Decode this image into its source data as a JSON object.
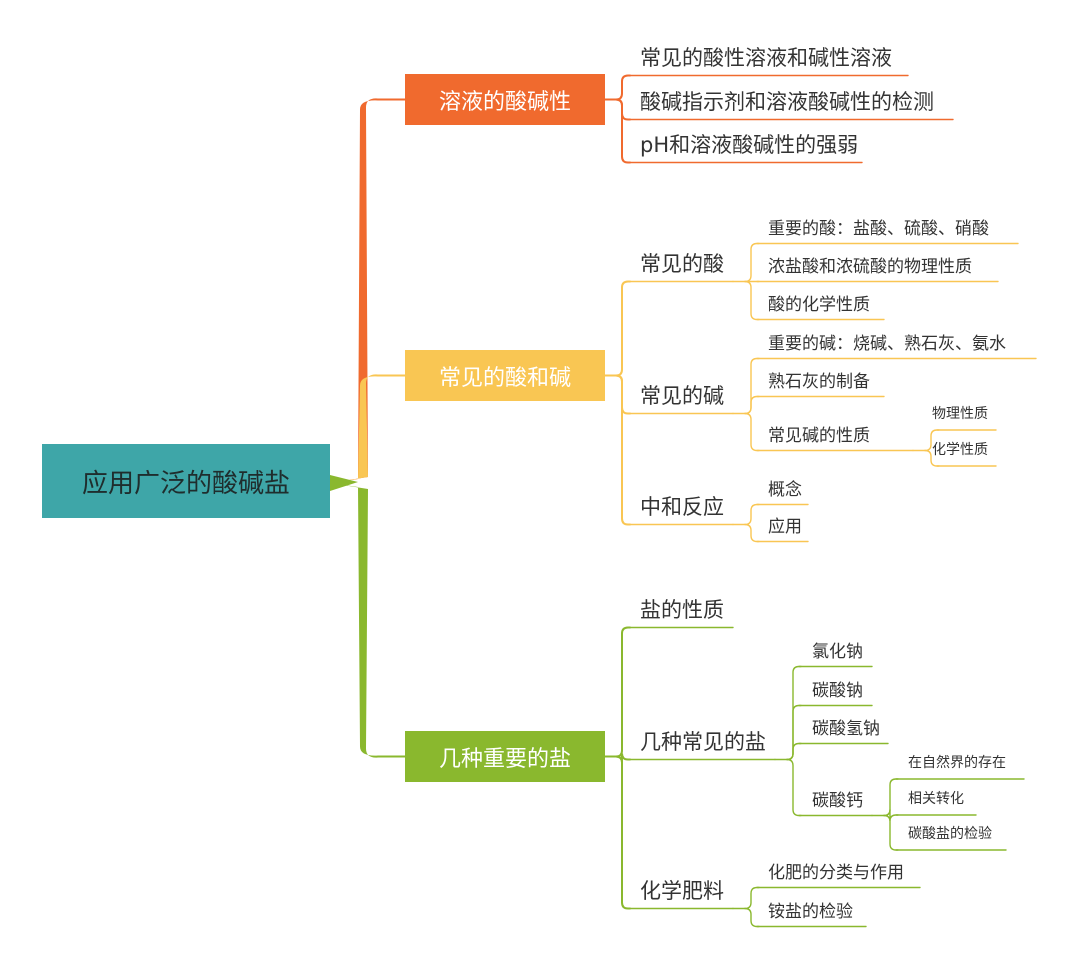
{
  "colors": {
    "root_bg": "#3ea6a8",
    "root_text": "#1f2d2d",
    "orange": "#f06a2e",
    "yellow": "#f9c653",
    "green": "#8ab82e",
    "text": "#333333"
  },
  "root": {
    "label": "应用广泛的酸碱盐"
  },
  "branches": [
    {
      "id": "solution",
      "label": "溶液的酸碱性",
      "color_key": "orange",
      "children": [
        {
          "label": "常见的酸性溶液和碱性溶液"
        },
        {
          "label": "酸碱指示剂和溶液酸碱性的检测"
        },
        {
          "label": "pH和溶液酸碱性的强弱"
        }
      ]
    },
    {
      "id": "acid-base",
      "label": "常见的酸和碱",
      "color_key": "yellow",
      "children": [
        {
          "label": "常见的酸",
          "children": [
            {
              "label": "重要的酸：盐酸、硫酸、硝酸"
            },
            {
              "label": "浓盐酸和浓硫酸的物理性质"
            },
            {
              "label": "酸的化学性质"
            }
          ]
        },
        {
          "label": "常见的碱",
          "children": [
            {
              "label": "重要的碱：烧碱、熟石灰、氨水"
            },
            {
              "label": "熟石灰的制备"
            },
            {
              "label": "常见碱的性质",
              "children": [
                {
                  "label": "物理性质"
                },
                {
                  "label": "化学性质"
                }
              ]
            }
          ]
        },
        {
          "label": "中和反应",
          "children": [
            {
              "label": "概念"
            },
            {
              "label": "应用"
            }
          ]
        }
      ]
    },
    {
      "id": "salt",
      "label": "几种重要的盐",
      "color_key": "green",
      "children": [
        {
          "label": "盐的性质"
        },
        {
          "label": "几种常见的盐",
          "children": [
            {
              "label": "氯化钠"
            },
            {
              "label": "碳酸钠"
            },
            {
              "label": "碳酸氢钠"
            },
            {
              "label": "碳酸钙",
              "children": [
                {
                  "label": "在自然界的存在"
                },
                {
                  "label": "相关转化"
                },
                {
                  "label": "碳酸盐的检验"
                }
              ]
            }
          ]
        },
        {
          "label": "化学肥料",
          "children": [
            {
              "label": "化肥的分类与作用"
            },
            {
              "label": "铵盐的检验"
            }
          ]
        }
      ]
    }
  ]
}
